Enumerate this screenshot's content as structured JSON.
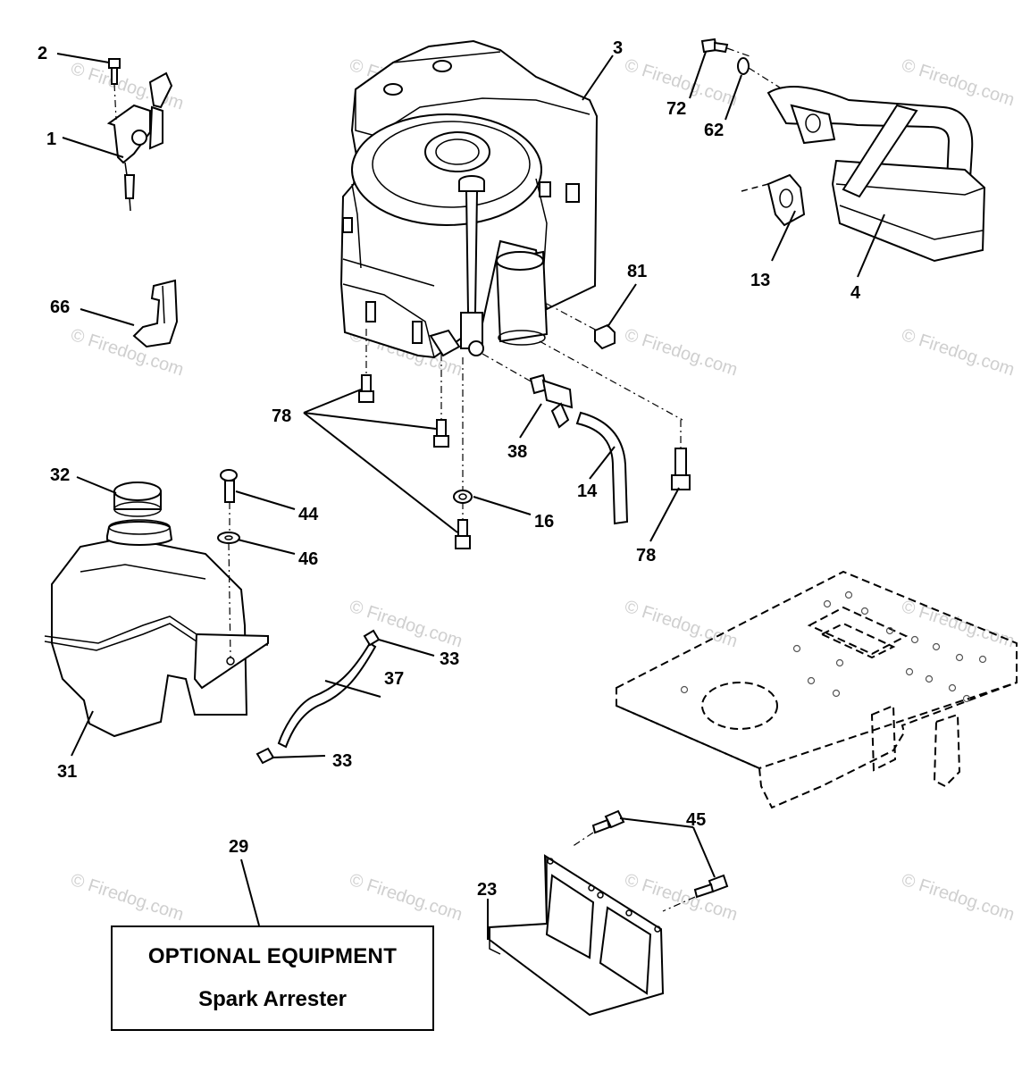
{
  "watermark": "© Firedog.com",
  "callouts": {
    "p1": "1",
    "p2": "2",
    "p3": "3",
    "p4": "4",
    "p13": "13",
    "p14": "14",
    "p16": "16",
    "p23": "23",
    "p29": "29",
    "p31": "31",
    "p32": "32",
    "p33a": "33",
    "p33b": "33",
    "p37": "37",
    "p38": "38",
    "p44": "44",
    "p45": "45",
    "p46": "46",
    "p62": "62",
    "p66": "66",
    "p72": "72",
    "p78a": "78",
    "p78b": "78",
    "p81": "81"
  },
  "optional_box": {
    "title": "OPTIONAL EQUIPMENT",
    "subtitle": "Spark Arrester"
  }
}
